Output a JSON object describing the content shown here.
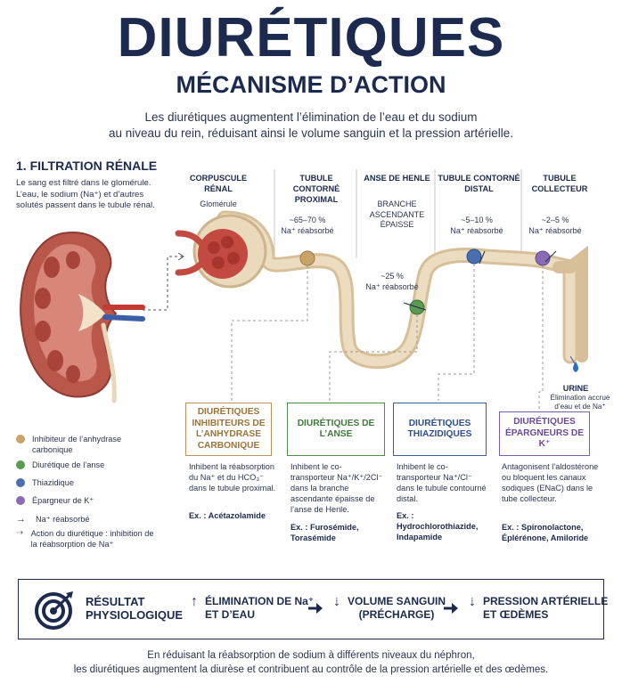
{
  "header": {
    "title": "DIURÉTIQUES",
    "subtitle": "MÉCANISME D’ACTION",
    "intro_line1": "Les diurétiques augmentent l’élimination de l’eau et du sodium",
    "intro_line2": "au niveau du rein, réduisant ainsi le volume sanguin et la pression artérielle."
  },
  "filtration": {
    "title": "1. FILTRATION RÉNALE",
    "desc": "Le sang est filtré dans le glomérule. L’eau, le sodium (Na⁺) et d’autres solutés passent dans le tubule rénal."
  },
  "segments": {
    "corpuscule_1": "CORPUSCULE",
    "corpuscule_2": "RÉNAL",
    "glomerule": "Glomérule",
    "tcp_1": "TUBULE CONTORNÉ",
    "tcp_2": "PROXIMAL",
    "tcp_pct": "~65–70 %",
    "tcp_na": "Na⁺ réabsorbé",
    "henle_1": "ANSE DE HENLE",
    "henle_b1": "BRANCHE",
    "henle_b2": "ASCENDANTE",
    "henle_b3": "ÉPAISSE",
    "henle_pct": "~25 %",
    "henle_na": "Na⁺ réabsorbé",
    "tcd_1": "TUBULE CONTORNÉ",
    "tcd_2": "DISTAL",
    "tcd_pct": "~5–10 %",
    "tcd_na": "Na⁺ réabsorbé",
    "col_1": "TUBULE",
    "col_2": "COLLECTEUR",
    "col_pct": "~2–5 %",
    "col_na": "Na⁺ réabsorbé",
    "urine": "URINE",
    "urine_desc1": "Élimination accrue",
    "urine_desc2": "d’eau et de Na⁺"
  },
  "drugs": [
    {
      "title": "DIURÉTIQUES INHIBITEURS DE L’ANHYDRASE CARBONIQUE",
      "desc": "Inhibent la réabsorption du Na⁺ et du HCO₃⁻ dans le tubule proximal.",
      "ex": "Ex. : Acétazolamide",
      "color": "#b8935a"
    },
    {
      "title": "DIURÉTIQUES DE L’ANSE",
      "desc": "Inhibent le co-transporteur Na⁺/K⁺/2Cl⁻ dans la branche ascendante épaisse de l’anse de Henle.",
      "ex": "Ex. : Furosémide, Torasémide",
      "color": "#4f8a4a"
    },
    {
      "title": "DIURÉTIQUES THIAZIDIQUES",
      "desc": "Inhibent le co-transporteur Na⁺/Cl⁻ dans le tubule contourné distal.",
      "ex": "Ex. : Hydrochlorothiazide, Indapamide",
      "color": "#3d5e9c"
    },
    {
      "title": "DIURÉTIQUES ÉPARGNEURS DE K⁺",
      "desc": "Antagonisent l’aldostérone ou bloquent les canaux sodiques (ENaC) dans le tube collecteur.",
      "ex": "Ex. : Spironolactone, Éplérénone, Amiloride",
      "color": "#7b5ea7"
    }
  ],
  "legend": {
    "item1": "Inhibiteur de l’anhydrase carbonique",
    "item2": "Diurétique de l’anse",
    "item3": "Thiazidique",
    "item4": "Épargneur de K⁺",
    "item5": "Na⁺ réabsorbé",
    "item6": "Action du diurétique : inhibition de la réabsorption de Na⁺",
    "colors": {
      "c1": "#c9a46a",
      "c2": "#5a9a52",
      "c3": "#4a6fb0",
      "c4": "#8a6bb5"
    }
  },
  "result": {
    "label1": "RÉSULTAT",
    "label2": "PHYSIOLOGIQUE",
    "e1a": "ÉLIMINATION DE Na⁺",
    "e1b": "ET D’EAU",
    "e2a": "VOLUME SANGUIN",
    "e2b": "(PRÉCHARGE)",
    "e3a": "PRESSION ARTÉRIELLE",
    "e3b": "ET ŒDÈMES",
    "up_symbol": "↑",
    "down_symbol": "↓"
  },
  "footer": {
    "line1": "En réduisant la réabsorption de sodium à différents niveaux du néphron,",
    "line2": "les diurétiques augmentent la diurèse et contribuent au contrôle de la pression artérielle et des œdèmes."
  }
}
